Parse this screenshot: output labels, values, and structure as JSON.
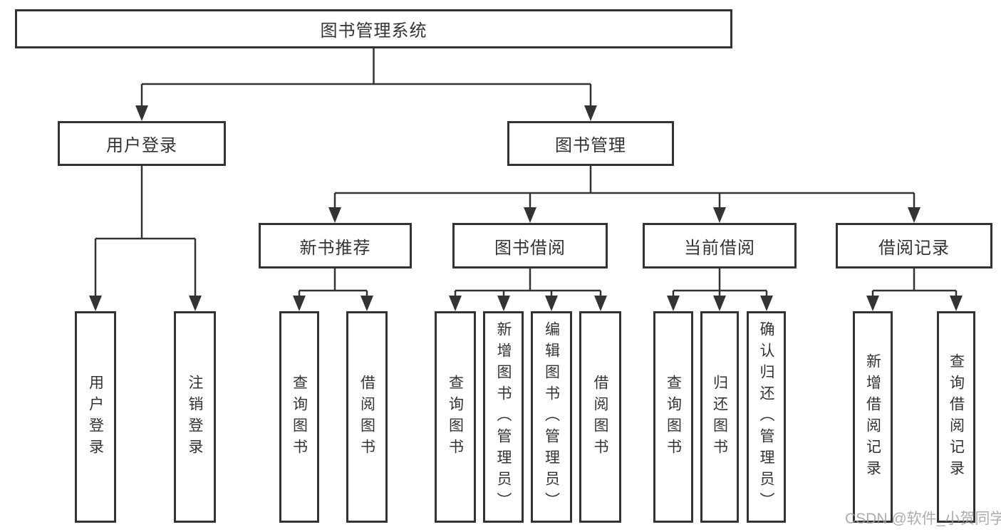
{
  "tree": {
    "label": "图书管理系统",
    "children": [
      {
        "label": "用户登录",
        "children": [
          {
            "label": "用户登录"
          },
          {
            "label": "注销登录"
          }
        ]
      },
      {
        "label": "图书管理",
        "children": [
          {
            "label": "新书推荐",
            "children": [
              {
                "label": "查询图书"
              },
              {
                "label": "借阅图书"
              }
            ]
          },
          {
            "label": "图书借阅",
            "children": [
              {
                "label": "查询图书"
              },
              {
                "label": "新增图书（管理员）"
              },
              {
                "label": "编辑图书（管理员）"
              },
              {
                "label": "借阅图书"
              }
            ]
          },
          {
            "label": "当前借阅",
            "children": [
              {
                "label": "查询图书"
              },
              {
                "label": "归还图书"
              },
              {
                "label": "确认归还（管理员）"
              }
            ]
          },
          {
            "label": "借阅记录",
            "children": [
              {
                "label": "新增借阅记录"
              },
              {
                "label": "查询借阅记录"
              }
            ]
          }
        ]
      }
    ]
  },
  "watermark": {
    "text": "CSDN @软件_小贺同学"
  },
  "colors": {
    "line": "#333333",
    "text": "#333333",
    "background": "#ffffff",
    "watermark": "#9e9e9e"
  }
}
